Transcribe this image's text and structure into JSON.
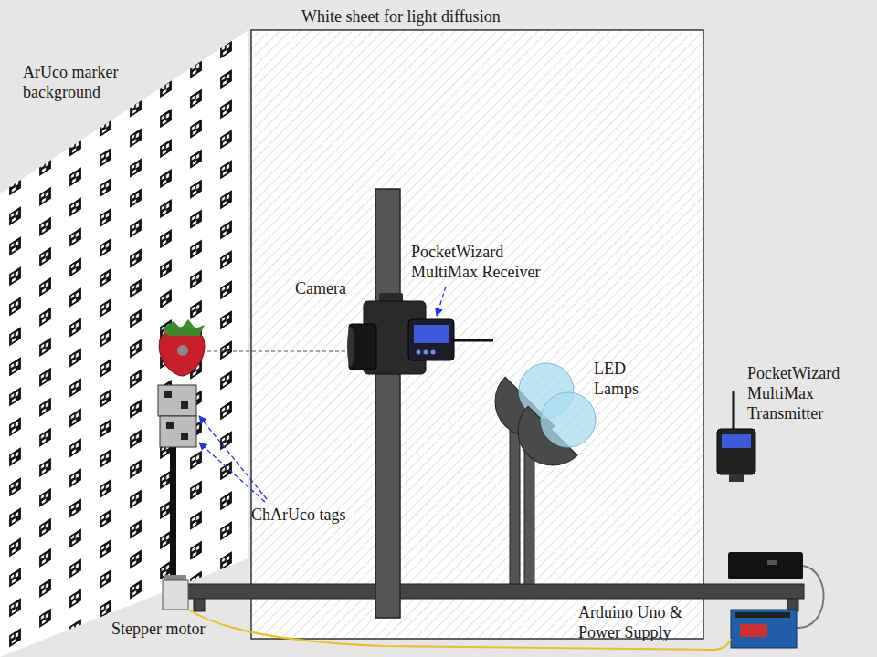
{
  "diagram": {
    "labels": [
      "White sheet for light diffusion",
      "ArUco marker background",
      "PocketWizard MultiMax Receiver",
      "Camera",
      "LED Lamps",
      "PocketWizard MultiMax Transmitter",
      "ChArUco tags",
      "Stepper motor",
      "Arduino Uno & Power Supply"
    ]
  }
}
